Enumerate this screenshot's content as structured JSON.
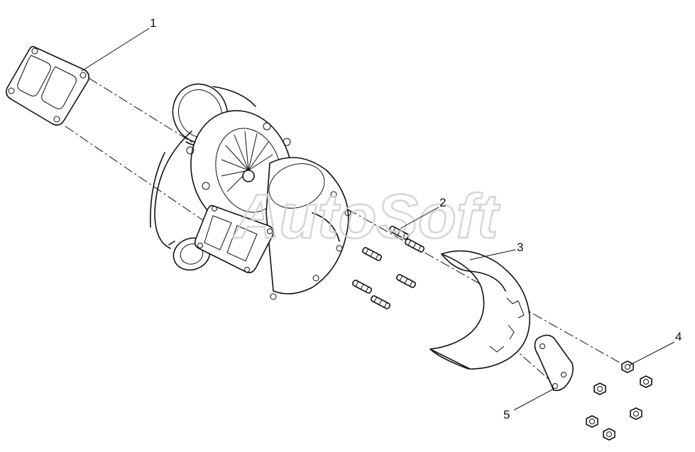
{
  "callouts": [
    {
      "id": "1",
      "label": "1"
    },
    {
      "id": "2",
      "label": "2"
    },
    {
      "id": "3",
      "label": "3"
    },
    {
      "id": "4",
      "label": "4"
    },
    {
      "id": "5",
      "label": "5"
    }
  ],
  "watermark": "AutoSoft",
  "colors": {
    "line": "#111111",
    "background": "#ffffff",
    "watermark": "#cfcfcf"
  }
}
